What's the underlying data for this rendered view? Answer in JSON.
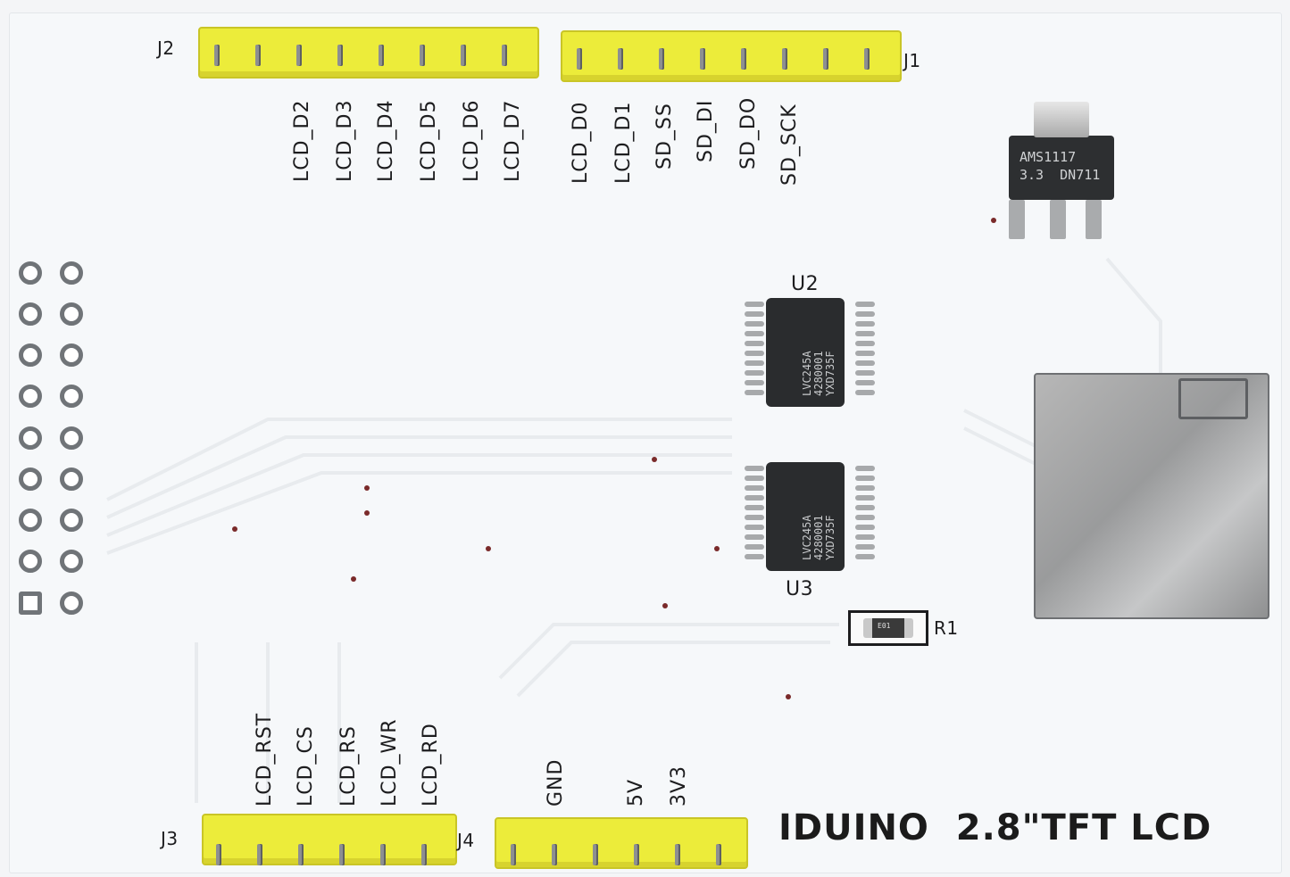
{
  "board": {
    "title": "IDUINO  2.8\"TFT LCD",
    "connectors": {
      "j1": "J1",
      "j2": "J2",
      "j3": "J3",
      "j4": "J4"
    },
    "j2_labels": [
      "LCD_D2",
      "LCD_D3",
      "LCD_D4",
      "LCD_D5",
      "LCD_D6",
      "LCD_D7"
    ],
    "j1_labels": [
      "LCD_D0",
      "LCD_D1",
      "SD_SS",
      "SD_DI",
      "SD_DO",
      "SD_SCK"
    ],
    "j3_labels": [
      "LCD_RST",
      "LCD_CS",
      "LCD_RS",
      "LCD_WR",
      "LCD_RD"
    ],
    "j4_labels": [
      "GND",
      "5V",
      "3V3"
    ],
    "chips": {
      "u2": "U2",
      "u3": "U3",
      "u2_marking": "LVC245A\n4280001\nYXD735F",
      "u3_marking": "LVC245A\n4280001\nYXD735F"
    },
    "regulator_marking": "AMS1117\n3.3  DN711",
    "resistor": "R1",
    "resistor_code": "E01"
  },
  "colors": {
    "pcb": "#f6f8fa",
    "header": "#ecec3a",
    "chip": "#2a2c2e",
    "silk": "#1d1d1f"
  }
}
